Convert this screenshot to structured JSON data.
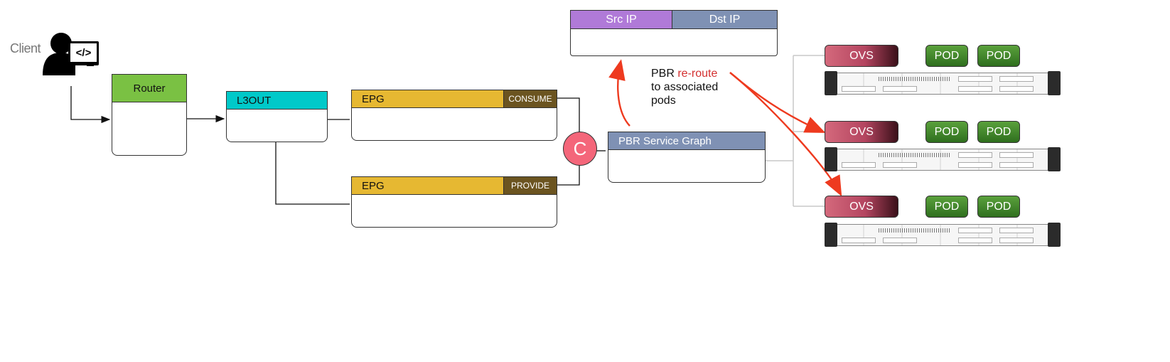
{
  "client": {
    "label": "Client",
    "icon": "developer-icon",
    "code_glyph": "</>"
  },
  "router": {
    "label": "Router",
    "color": "#7ac143"
  },
  "l3out": {
    "label": "L3OUT",
    "color": "#00c9c9"
  },
  "epg_consume": {
    "label": "EPG",
    "badge": "CONSUME",
    "color": "#e6b832"
  },
  "epg_provide": {
    "label": "EPG",
    "badge": "PROVIDE",
    "color": "#e6b832"
  },
  "contract": {
    "label": "C",
    "color": "#f4667a"
  },
  "service_graph": {
    "label": "PBR Service Graph",
    "color": "#7f91b4"
  },
  "packet_header": {
    "src": "Src IP",
    "src_color": "#b07ad8",
    "dst": "Dst IP",
    "dst_color": "#7f91b4"
  },
  "annotation": {
    "prefix": "PBR ",
    "highlight": "re-route",
    "line2": "to associated",
    "line3": "pods",
    "highlight_color": "#d32f2f",
    "arrow_color": "#ee3a1f"
  },
  "hosts": [
    {
      "ovs": "OVS",
      "pods": [
        "POD",
        "POD"
      ]
    },
    {
      "ovs": "OVS",
      "pods": [
        "POD",
        "POD"
      ]
    },
    {
      "ovs": "OVS",
      "pods": [
        "POD",
        "POD"
      ]
    }
  ]
}
